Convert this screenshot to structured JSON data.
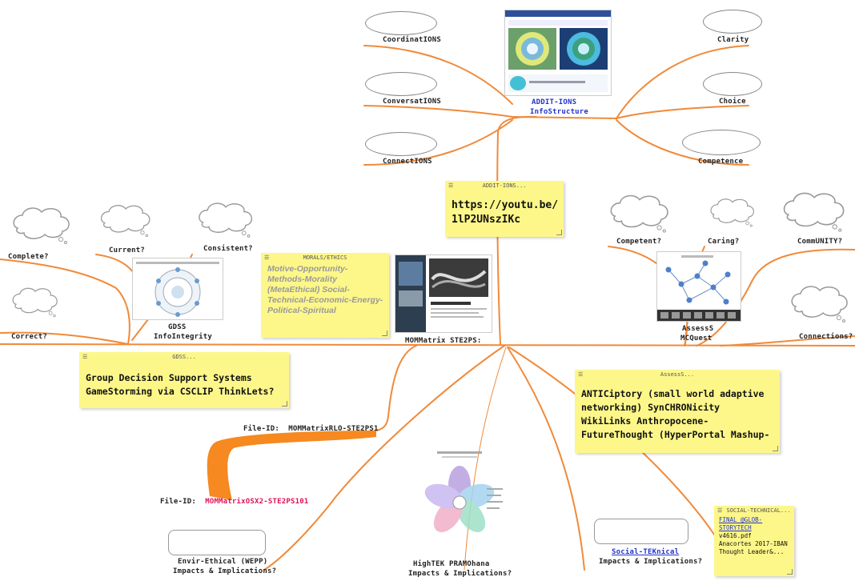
{
  "root": {
    "label": "MOMMatrix STE2PS:"
  },
  "file_ids": {
    "main": {
      "prefix": "File-ID:",
      "value": "MOMMatrixRLO-STE2PS1"
    },
    "sub": {
      "prefix": "File-ID:",
      "value": "MOMMatrixOSX2-STE2PS101"
    }
  },
  "top": {
    "center_label_line1": "ADDIT-IONS",
    "center_label_line2": "InfoStructure",
    "left_items": [
      "CoordinatIONS",
      "ConversatIONS",
      "ConnectIONS"
    ],
    "right_items": [
      "Clarity",
      "Choice",
      "Competence"
    ]
  },
  "youtube_note": {
    "header": "ADDIT-IONS...",
    "text": "https://youtu.be/1lP2UNszIKc"
  },
  "morals_note": {
    "header": "MORALS/ETHICS",
    "text": "Motive-Opportunity-Methods-Morality (MetaEthical) Social-Technical-Economic-Energy-Political-Spiritual"
  },
  "gdss": {
    "label_line1": "GDSS",
    "label_line2": "InfoIntegrity",
    "note_header": "GDSS...",
    "note_text": "Group Decision Support Systems GameStorming via CSCLIP ThinkLets?"
  },
  "left_items": [
    "Complete?",
    "Current?",
    "Consistent?",
    "Correct?"
  ],
  "right": {
    "label_line1": "AssessS",
    "label_line2": "MCQuest",
    "items": [
      "Competent?",
      "Caring?",
      "CommUNITY?",
      "Connections?"
    ],
    "note_header": "AssessS...",
    "note_text": "ANTICiptory (small world adaptive networking) SynCHRONicity WikiLinks Anthropocene-FutureThought (HyperPortal Mashup-"
  },
  "bottom": {
    "envir_line1": "Envir-Ethical (WEPP)",
    "envir_line2": "Impacts & Implications?",
    "hightek_line1": "HighTEK PRAMOhana",
    "hightek_line2": "Impacts & Implications?",
    "social_line1": "Social-TEKnical",
    "social_line2": "Impacts & Implications?",
    "storytech_header": "SOCIAL-TECHNICAL...",
    "storytech_lines": [
      "FINAL @GLOB-",
      "STORYTECH",
      "v4616.pdf",
      "Anacortes 2017-IBAN",
      "Thought Leader&..."
    ]
  },
  "colors": {
    "branch": "#f08a3a",
    "note_yellow": "#fdf78a",
    "link_blue": "#2233cc",
    "file_id_red": "#e0105a"
  }
}
